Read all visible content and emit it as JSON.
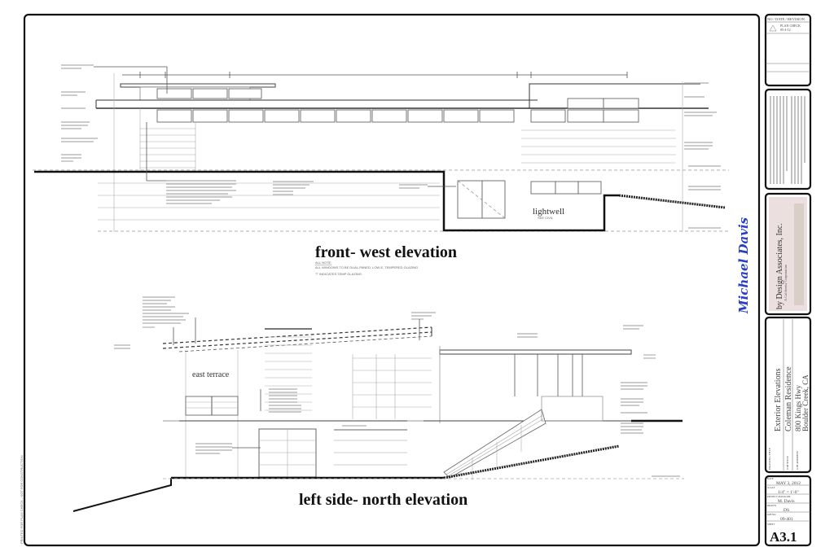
{
  "sheet": {
    "number": "A3.1",
    "signature": "Michael Davis",
    "side_note": "PRINTED FOR PLAN CHECK - NOT FOR CONSTRUCTION"
  },
  "front_elevation": {
    "title": "front- west elevation",
    "lightwell_label": "lightwell",
    "lightwell_sub": "SEE CIVIL",
    "note_heading": "ALL NOTE:",
    "note_line_1": "ALL WINDOWS TO BE DUAL-PANED, LOW-E, TEMPERED GLAZING",
    "note_line_2": "'T' INDICATES TEMP GLAZING"
  },
  "side_elevation": {
    "title": "left side- north elevation",
    "terrace_label": "east terrace"
  },
  "title_block": {
    "revision_header": "NO / DATE / REVISION",
    "revision_1": "PLAN CHECK",
    "revision_1_date": "05-4-12",
    "firm_name": "by Design Associates, Inc.",
    "firm_sub": "A California Corporation",
    "drawing_title_label": "DRAWING TITLE",
    "drawing_title": "Exterior Elevations",
    "job_title_label": "JOB TITLE",
    "job_title": "Coleman Residence",
    "job_address_label": "JOB ADDRESS",
    "job_address_1": "800 Kings Hwy",
    "job_address_2": "Boulder Creek, CA",
    "date_label": "DATE",
    "date": "MAY 3, 2012",
    "scale_label": "SCALE",
    "scale": "1/4\" = 1'-0\"",
    "pm_label": "PROJECT MANAGER",
    "pm": "M. Davis",
    "drawn_label": "DRAWN",
    "drawn": "DS",
    "job_no_label": "JOB NO.",
    "job_no": "09-401",
    "sheet_label": "SHEET"
  }
}
